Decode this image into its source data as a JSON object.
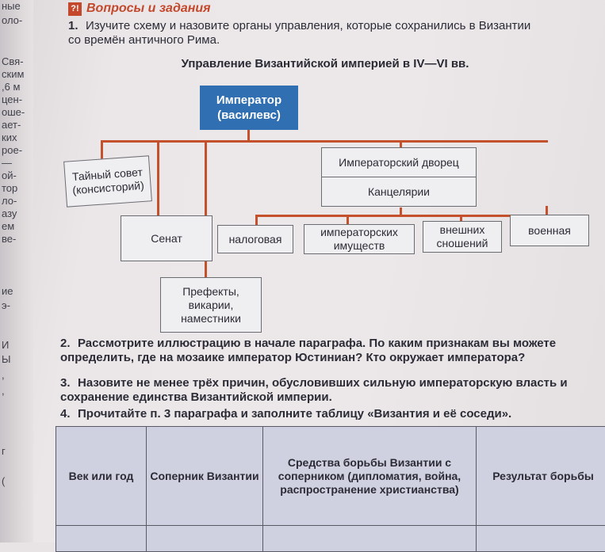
{
  "margin_fragments": [
    "ные",
    "оло-",
    "Свя-",
    "ским",
    ",6 м",
    "цен-",
    "оше-",
    "ает-",
    "ких",
    "рое-",
    "—",
    "ой-",
    "тор",
    "ло-",
    "азу",
    "ем",
    "ве-",
    "ие",
    "э-",
    "И",
    "Ы",
    ",",
    ",",
    "г",
    "("
  ],
  "section_title": "Вопросы и задания",
  "section_icon": "?!",
  "tasks": [
    {
      "num": "1.",
      "text": "Изучите схему и назовите органы управления, которые сохранились в Византии со времён античного Рима."
    },
    {
      "num": "2.",
      "text": "Рассмотрите иллюстрацию в начале параграфа. По каким признакам вы можете определить, где на мозаике император Юстиниан? Кто окружает императора?"
    },
    {
      "num": "3.",
      "text": "Назовите не менее трёх причин, обусловивших сильную императорскую власть и сохранение единства Византийской империи."
    },
    {
      "num": "4.",
      "text": "Прочитайте п. 3 параграфа и заполните таблицу «Византия и её соседи»."
    }
  ],
  "diagram": {
    "title": "Управление Византийской империей в IV—VI вв.",
    "emperor": "Император (василевс)",
    "secret_council": "Тайный совет (консисторий)",
    "senate": "Сенат",
    "prefects": "Префекты, викарии, наместники",
    "palace": "Императорский дворец",
    "chancelleries": "Канцелярии",
    "depts": [
      "налоговая",
      "императорских имуществ",
      "внешних сношений",
      "военная"
    ],
    "line_color": "#c4502c",
    "emperor_color": "#2f6fb2"
  },
  "table": {
    "headers": [
      "Век или год",
      "Соперник Византии",
      "Средства борьбы Византии с соперником (дипломатия, война, распространение христианства)",
      "Результат борьбы"
    ]
  }
}
